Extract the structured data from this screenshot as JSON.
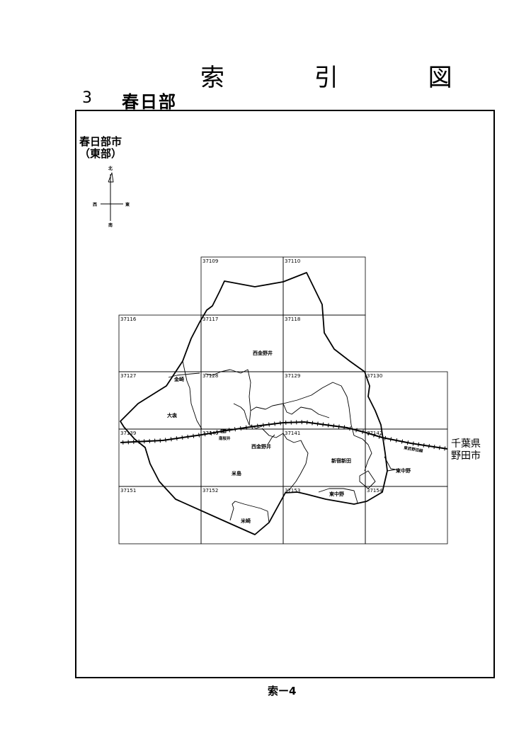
{
  "header": {
    "title": "索 引 図",
    "section_number": "3",
    "section_name": "春日部"
  },
  "map": {
    "city_label": [
      "春日部市",
      "（東部）"
    ],
    "compass": {
      "north": "北",
      "south": "南",
      "east": "東",
      "west": "西"
    },
    "cells": [
      {
        "id": "37109"
      },
      {
        "id": "37110"
      },
      {
        "id": "37116"
      },
      {
        "id": "37117"
      },
      {
        "id": "37118"
      },
      {
        "id": "37127"
      },
      {
        "id": "37128"
      },
      {
        "id": "37129"
      },
      {
        "id": "37130"
      },
      {
        "id": "37139"
      },
      {
        "id": "37140"
      },
      {
        "id": "37141"
      },
      {
        "id": "37142"
      },
      {
        "id": "37151"
      },
      {
        "id": "37152"
      },
      {
        "id": "37153"
      },
      {
        "id": "37154"
      }
    ],
    "places": {
      "nishikanenoi_north": "西金野井",
      "kanasaki": "金崎",
      "ochi": "大衾",
      "station": "南桜井",
      "nishikanenoi_south": "西金野井",
      "shinjuku_shinden": "新宿新田",
      "yoneshima": "米島",
      "higashinakano_south": "東中野",
      "higashinakano_east": "東中野",
      "yonesaki": "米崎",
      "railway": "東武野田線"
    },
    "outside_label": [
      "千葉県",
      "野田市"
    ]
  },
  "footer": {
    "page": "索ー4"
  }
}
